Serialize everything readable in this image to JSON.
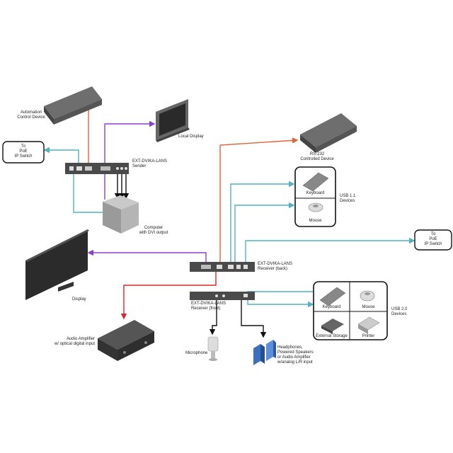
{
  "labels": {
    "automation": [
      "Automation",
      "Control Device"
    ],
    "local_display": "Local Display",
    "to_poe_left": [
      "To",
      "PoE",
      "IP Switch"
    ],
    "sender": [
      "EXT-DVIKA-LANS",
      "Sender"
    ],
    "rs232": [
      "RS-232",
      "Controlled Device"
    ],
    "keyboard_usb11": "Keyboard",
    "mouse_usb11": "Mouse",
    "usb11": [
      "USB 1.1",
      "Devices"
    ],
    "computer": [
      "Computer",
      "with DVI output"
    ],
    "to_poe_right": [
      "To",
      "PoE",
      "IP Switch"
    ],
    "receiver_back": [
      "EXT-DVIKA-LANS",
      "Receiver (back)"
    ],
    "display": "Display",
    "receiver_front": [
      "EXT-DVIKA-LANS",
      "Receiver (front)"
    ],
    "keyboard_usb20": "Keyboard",
    "mouse_usb20": "Mouse",
    "usb20": [
      "USB 2.0",
      "Devices"
    ],
    "external_storage": "External Storage",
    "printer": "Printer",
    "audio_amp": [
      "Audio Amplifier",
      "w/ optical digital input"
    ],
    "microphone": "Microphone",
    "headphones": [
      "Headphones,",
      "Powered Speakers",
      "or Audio Amplifier",
      "w/analog L/R input"
    ]
  },
  "colors": {
    "ethernet": "#4fb3bf",
    "dvi": "#8a3fd1",
    "rs232": "#e0623a",
    "audio": "#d8262f",
    "black_cable": "#111111",
    "device_gray": "#5a5a5a"
  }
}
